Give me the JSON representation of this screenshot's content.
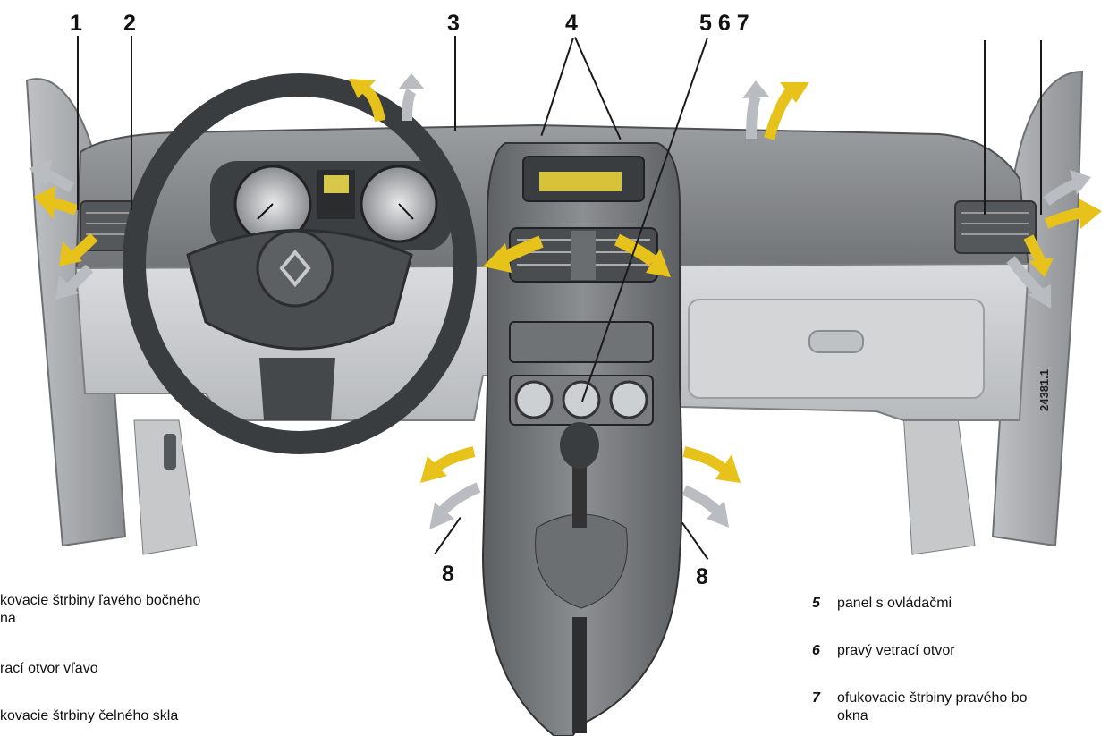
{
  "labels": {
    "n1": "1",
    "n2": "2",
    "n3": "3",
    "n4": "4",
    "n567": "5 6 7",
    "n8a": "8",
    "n8b": "8"
  },
  "reference_code": "24381.1",
  "captions": {
    "left": [
      {
        "line1": "kovacie  štrbiny  ľavého  bočného",
        "line2": "na"
      },
      {
        "line1": "rací otvor vľavo"
      },
      {
        "line1": "kovacie štrbiny čelného skla"
      }
    ],
    "right": [
      {
        "key": "5",
        "line1": "panel s ovládačmi"
      },
      {
        "key": "6",
        "line1": "pravý vetrací otvor"
      },
      {
        "key": "7",
        "line1": "ofukovacie  štrbiny  pravého  bo",
        "line2": "okna"
      }
    ]
  },
  "colors": {
    "airflow_warm": "#e6c21a",
    "airflow_cool": "#b9bcc0",
    "dashboard": "#8a8d90",
    "panel_light": "#cfd1d3"
  }
}
